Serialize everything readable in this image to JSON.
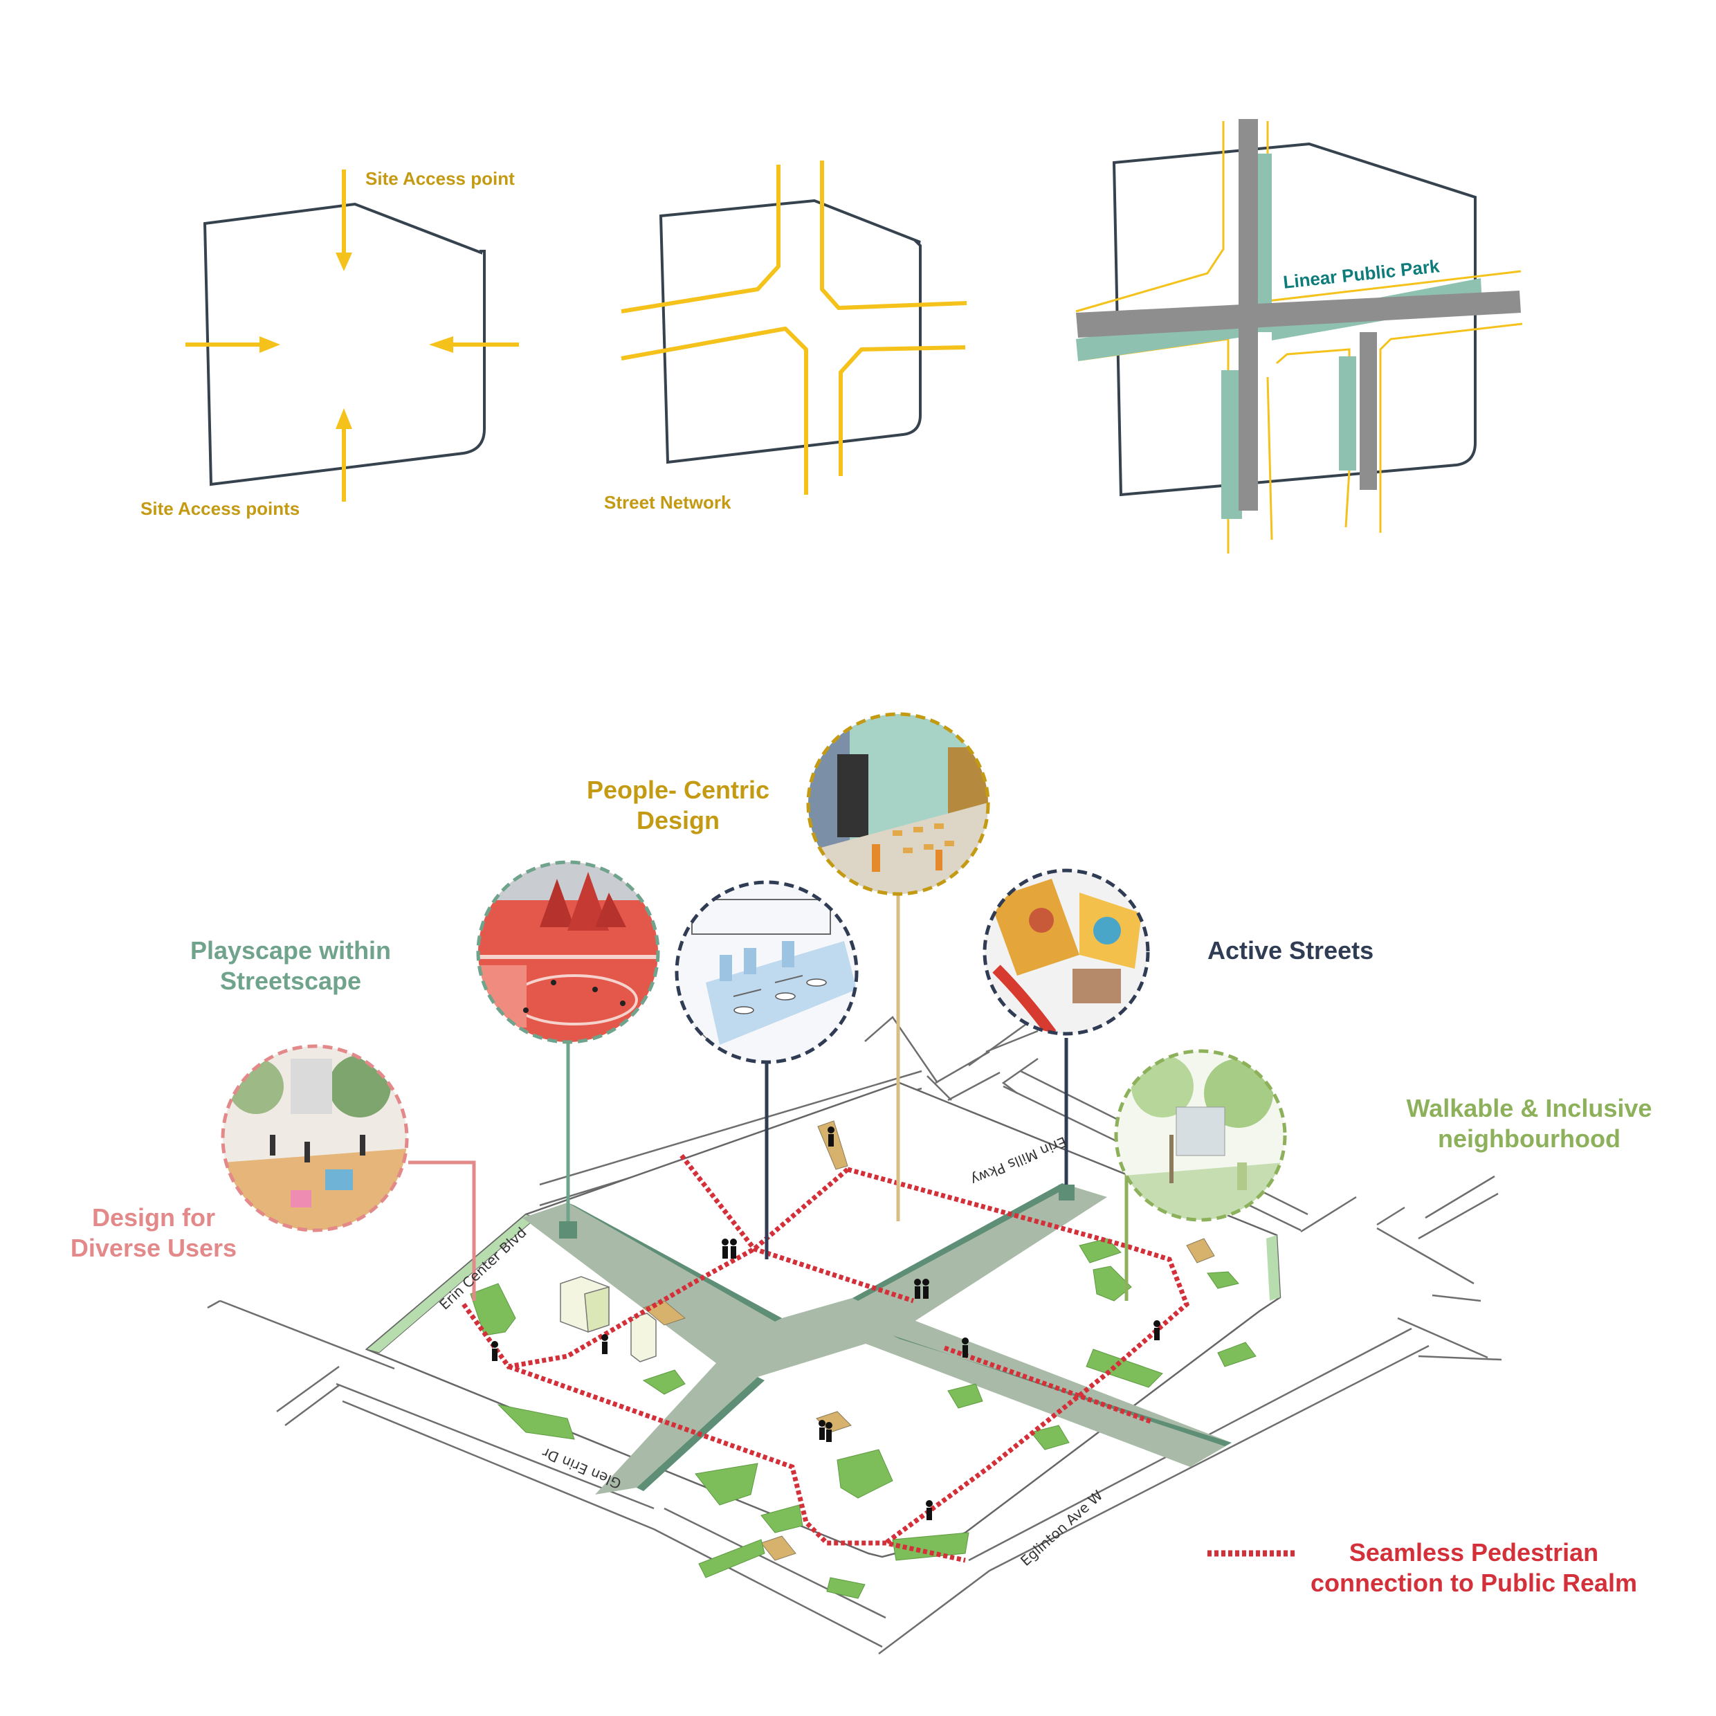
{
  "colors": {
    "yellow": "#F5C21B",
    "outline": "#36434F",
    "gold_text": "#C49A12",
    "teal_text": "#0E7C7B",
    "park": "#8FC1B1",
    "road_gray": "#8E8E8E",
    "playscape": "#6FA38B",
    "people": "#C49A12",
    "active": "#2F3C54",
    "walkable": "#8CB15A",
    "diverse": "#E3898A",
    "seamless": "#D3303A",
    "ground_street": "#A9BBA8",
    "ground_dark": "#5E8E76",
    "green_patch": "#7DBE5A"
  },
  "top_diagrams": {
    "access": {
      "label_top": "Site Access point",
      "label_bottom": "Site Access points"
    },
    "network": {
      "label": "Street Network"
    },
    "park": {
      "label": "Linear Public Park"
    }
  },
  "concepts": {
    "people_centric": "People- Centric\nDesign",
    "playscape": "Playscape within\nStreetscape",
    "active_streets": "Active Streets",
    "walkable": "Walkable & Inclusive\nneighbourhood",
    "diverse_users": "Design for\nDiverse Users"
  },
  "streets": {
    "erin_centre": "Erin Center Blvd",
    "erin_mills": "Erin Mills Pkwy",
    "glen_erin": "Glen Erin Dr",
    "eglinton": "Eglinton Ave W"
  },
  "legend": {
    "seamless": "Seamless Pedestrian\nconnection to Public Realm"
  }
}
